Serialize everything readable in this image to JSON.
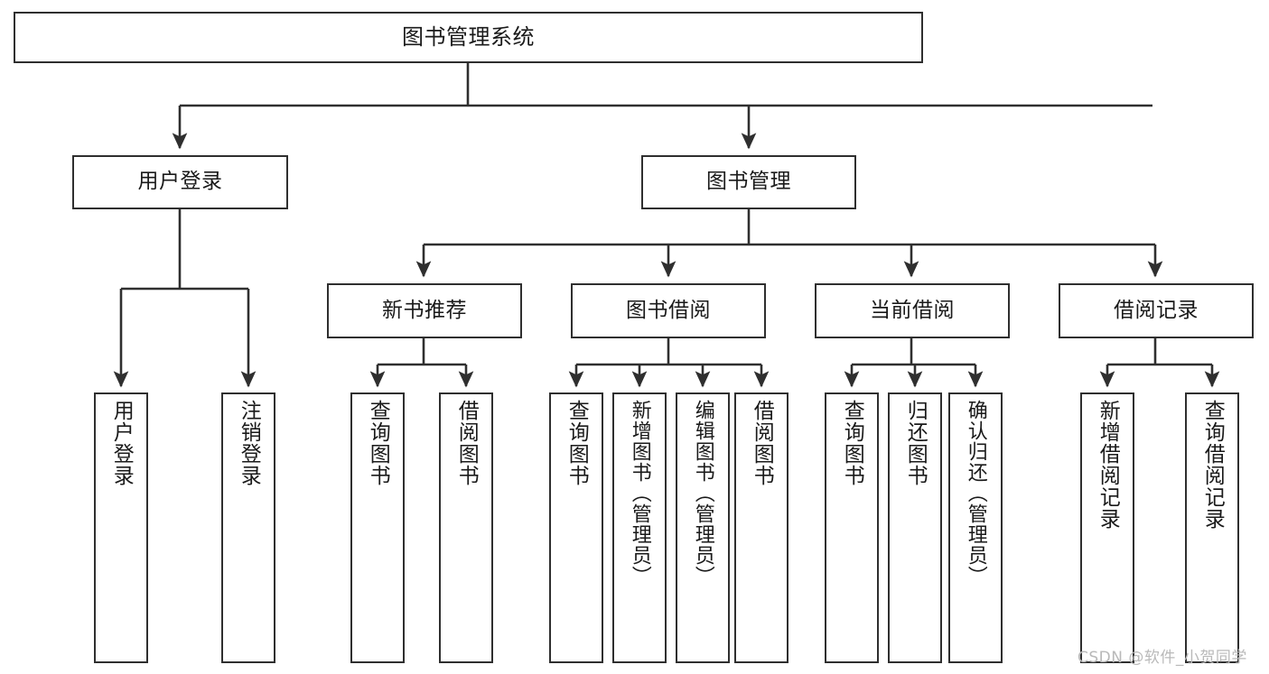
{
  "diagram": {
    "title": "图书管理系统",
    "type": "tree-structure-chart",
    "watermark": "CSDN @软件_小贺同学",
    "stroke_color": "#2f2f2f",
    "fill_color": "#ffffff",
    "text_color": "#1a1a1a"
  },
  "nodes": {
    "root": {
      "label": "图书管理系统"
    },
    "level2": [
      {
        "label": "用户登录"
      },
      {
        "label": "图书管理"
      }
    ],
    "level3": [
      {
        "label": "新书推荐"
      },
      {
        "label": "图书借阅"
      },
      {
        "label": "当前借阅"
      },
      {
        "label": "借阅记录"
      }
    ],
    "leaves": {
      "user_login": [
        {
          "label": "用户登录"
        },
        {
          "label": "注销登录"
        }
      ],
      "new_book_recommend": [
        {
          "label": "查询图书"
        },
        {
          "label": "借阅图书"
        }
      ],
      "book_borrow": [
        {
          "label": "查询图书"
        },
        {
          "label": "新增图书（管理员）"
        },
        {
          "label": "编辑图书（管理员）"
        },
        {
          "label": "借阅图书"
        }
      ],
      "current_borrow": [
        {
          "label": "查询图书"
        },
        {
          "label": "归还图书"
        },
        {
          "label": "确认归还（管理员）"
        }
      ],
      "borrow_records": [
        {
          "label": "新增借阅记录"
        },
        {
          "label": "查询借阅记录"
        }
      ]
    }
  }
}
